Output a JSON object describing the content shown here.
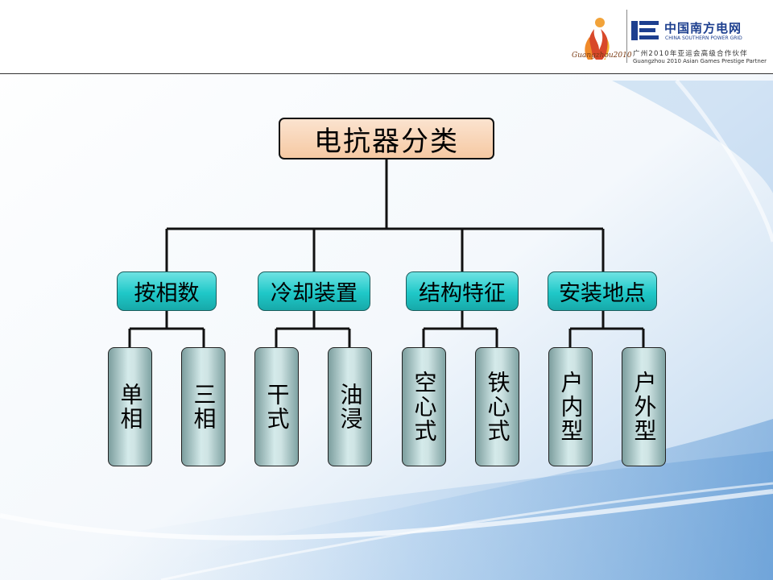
{
  "header": {
    "partner_logo_text": "Guangzhou2010",
    "company_name_cn": "中国南方电网",
    "company_name_en": "CHINA SOUTHERN POWER GRID",
    "partner_cn": "广州2010年亚运会高级合作伙伴",
    "partner_en": "Guangzhou 2010 Asian Games Prestige Partner"
  },
  "diagram": {
    "root": "电抗器分类",
    "categories": [
      {
        "label": "按相数",
        "children": [
          "单相",
          "三相"
        ]
      },
      {
        "label": "冷却装置",
        "children": [
          "干式",
          "油浸"
        ]
      },
      {
        "label": "结构特征",
        "children": [
          "空心式",
          "铁心式"
        ]
      },
      {
        "label": "安装地点",
        "children": [
          "户内型",
          "户外型"
        ]
      }
    ]
  },
  "colors": {
    "root_fill": "#f6c9a3",
    "category_fill": "#1fc8c8",
    "leaf_fill": "#cfe4e4",
    "brand_blue": "#1d3f8f"
  }
}
